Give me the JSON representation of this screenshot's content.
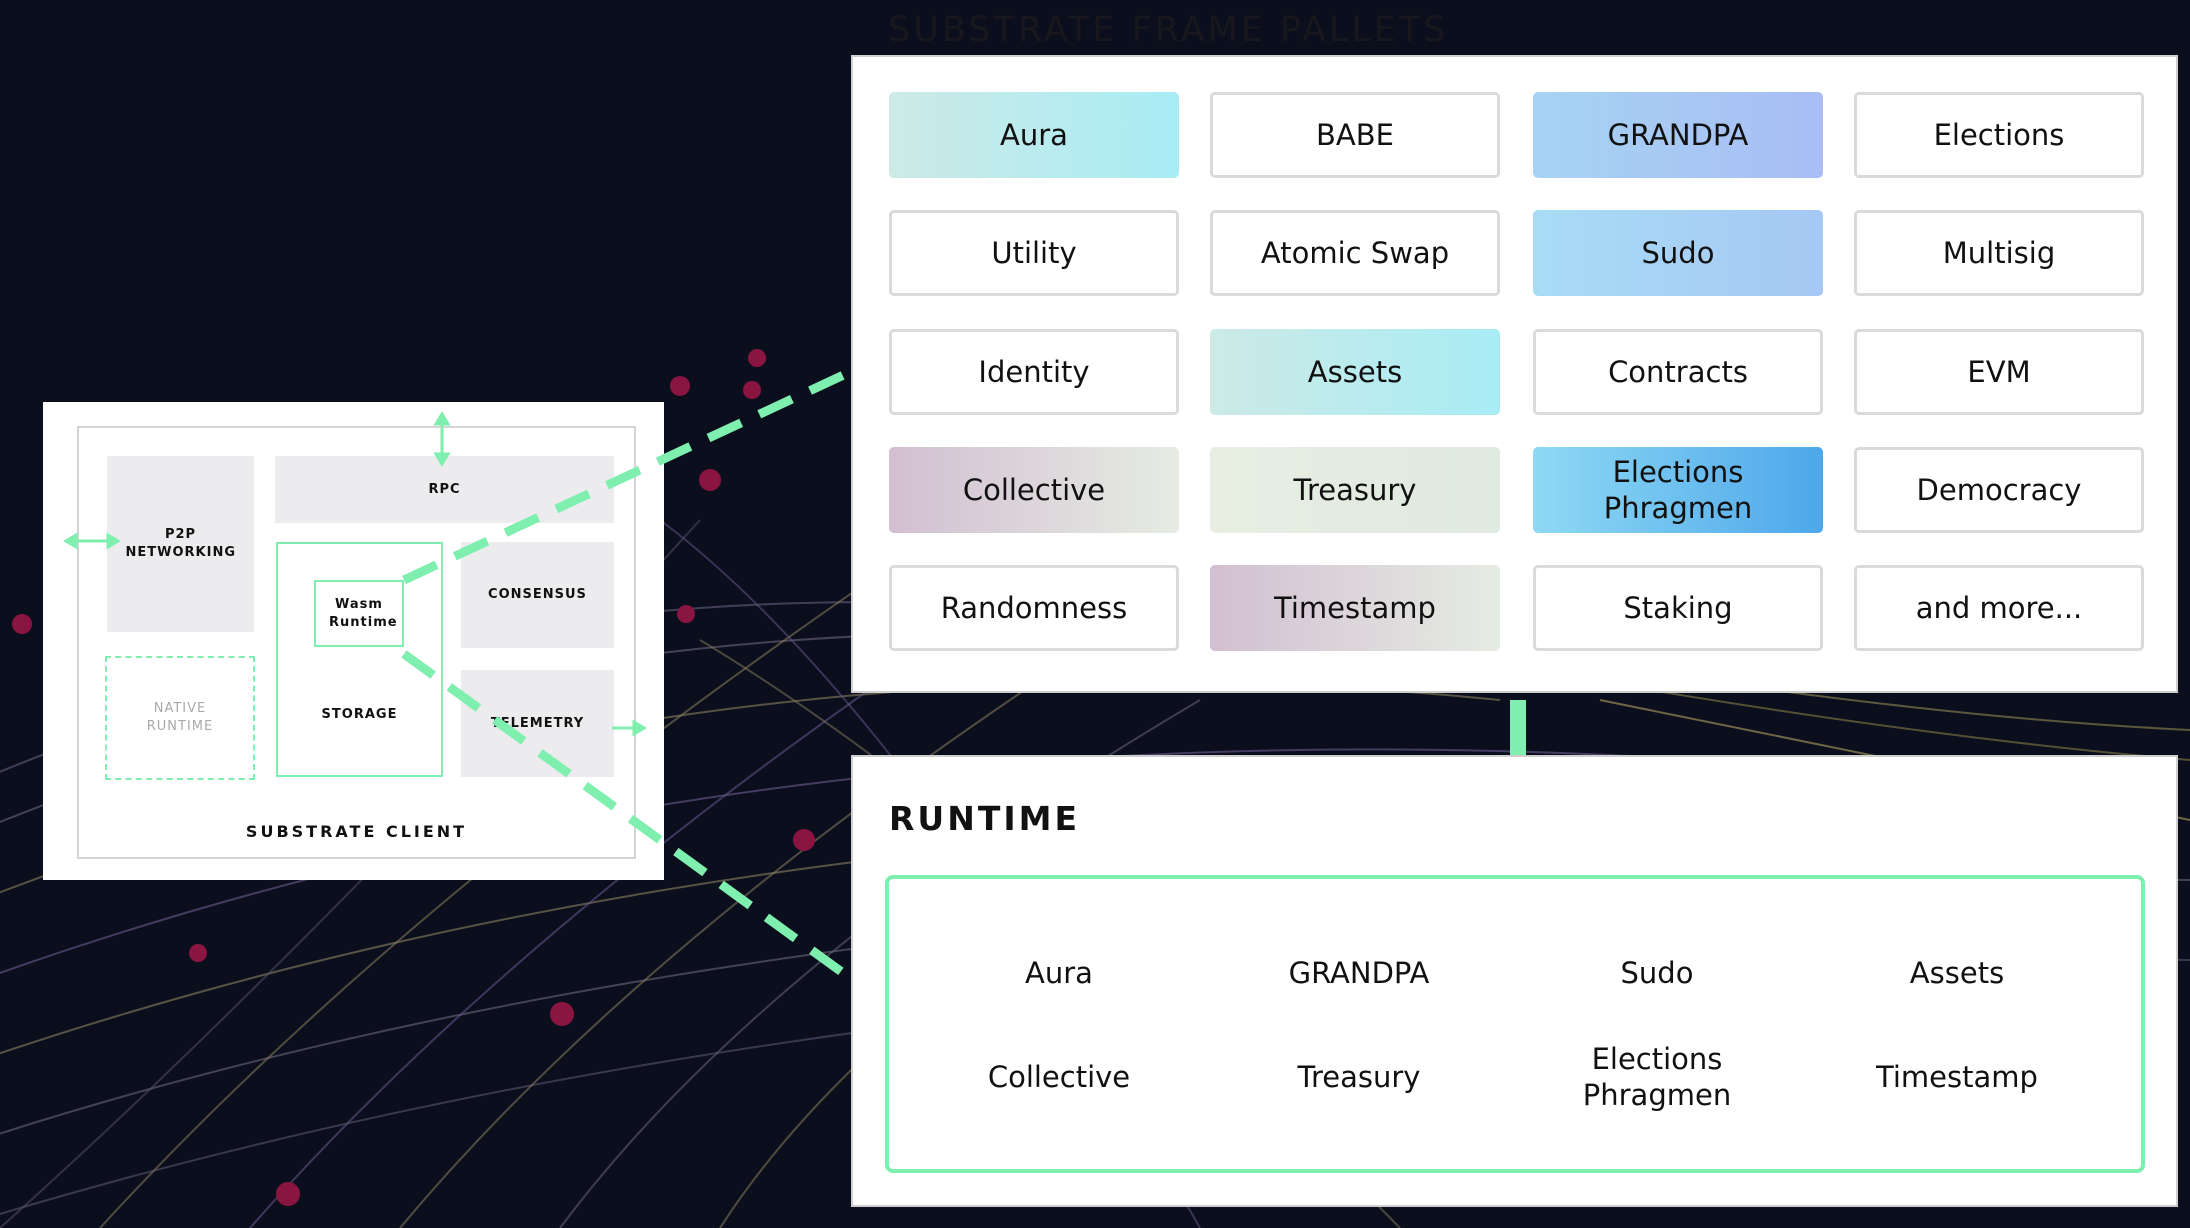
{
  "frame_title": "SUBSTRATE FRAME PALLETS",
  "client": {
    "label": "SUBSTRATE CLIENT",
    "rpc": "RPC",
    "p2p": "P2P NETWORKING",
    "native_runtime": "NATIVE RUNTIME",
    "storage": "STORAGE",
    "wasm": "Wasm Runtime",
    "consensus": "CONSENSUS",
    "telemetry": "TELEMETRY"
  },
  "pallets": [
    {
      "label": "Aura",
      "style": "teal"
    },
    {
      "label": "BABE",
      "style": "plain"
    },
    {
      "label": "GRANDPA",
      "style": "blue"
    },
    {
      "label": "Elections",
      "style": "plain"
    },
    {
      "label": "Utility",
      "style": "plain"
    },
    {
      "label": "Atomic Swap",
      "style": "plain"
    },
    {
      "label": "Sudo",
      "style": "skyblue"
    },
    {
      "label": "Multisig",
      "style": "plain"
    },
    {
      "label": "Identity",
      "style": "plain"
    },
    {
      "label": "Assets",
      "style": "teal"
    },
    {
      "label": "Contracts",
      "style": "plain"
    },
    {
      "label": "EVM",
      "style": "plain"
    },
    {
      "label": "Collective",
      "style": "mauve"
    },
    {
      "label": "Treasury",
      "style": "sage"
    },
    {
      "label": "Elections Phragmen",
      "style": "ocean"
    },
    {
      "label": "Democracy",
      "style": "plain"
    },
    {
      "label": "Randomness",
      "style": "plain"
    },
    {
      "label": "Timestamp",
      "style": "mauve"
    },
    {
      "label": "Staking",
      "style": "plain"
    },
    {
      "label": "and more...",
      "style": "plain"
    }
  ],
  "runtime": {
    "title": "RUNTIME",
    "items": [
      "Aura",
      "GRANDPA",
      "Sudo",
      "Assets",
      "Collective",
      "Treasury",
      "Elections Phragmen",
      "Timestamp"
    ]
  },
  "colors": {
    "accent_green": "#7fefb0",
    "background": "#0b0f1d",
    "teal": "#a8ecf5",
    "blue": "#a9bdf4",
    "skyblue": "#a6d2f4",
    "ocean": "#4da7ea",
    "mauve": "#d2bfd2",
    "sage": "#e3ece0"
  }
}
